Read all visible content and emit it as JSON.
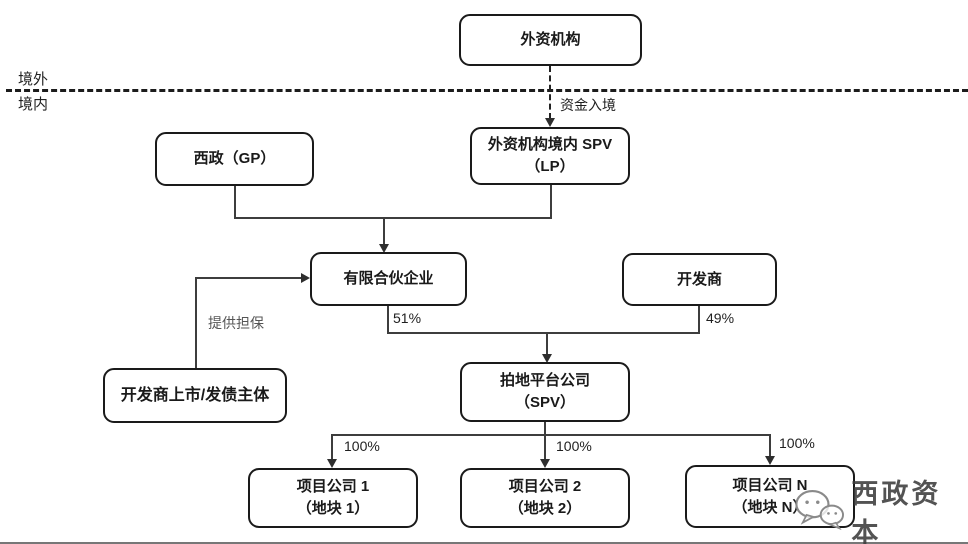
{
  "regions": {
    "offshore": "境外",
    "onshore": "境内"
  },
  "nodes": {
    "foreign_institution": "外资机构",
    "xizheng_gp": "西政（GP）",
    "foreign_spv_line1": "外资机构境内 SPV",
    "foreign_spv_line2": "（LP）",
    "limited_partnership": "有限合伙企业",
    "developer": "开发商",
    "developer_listed": "开发商上市/发债主体",
    "land_platform_line1": "拍地平台公司",
    "land_platform_line2": "（SPV）",
    "project1_line1": "项目公司 1",
    "project1_line2": "（地块 1）",
    "project2_line1": "项目公司 2",
    "project2_line2": "（地块 2）",
    "projectN_line1": "项目公司 N",
    "projectN_line2": "（地块 N）"
  },
  "edges": {
    "capital_entry": "资金入境",
    "guarantee": "提供担保",
    "lp_share": "51%",
    "dev_share": "49%",
    "share1": "100%",
    "share2": "100%",
    "share3": "100%"
  },
  "watermark": {
    "brand": "西政资本"
  },
  "colors": {
    "line": "#3d3d3d",
    "border": "#1a1a1a",
    "watermark": "#3c3c3c"
  }
}
